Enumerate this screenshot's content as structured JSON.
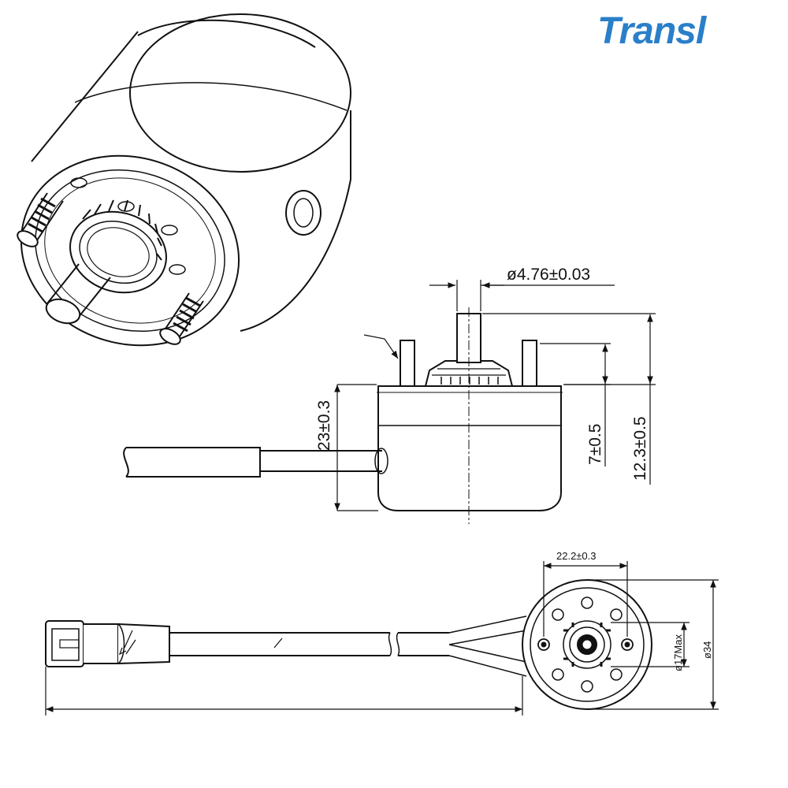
{
  "logo": {
    "text": "Transl",
    "color": "#2a7fc9"
  },
  "colors": {
    "line": "#111111",
    "background": "#ffffff"
  },
  "dimensions": {
    "shaft_diameter": "ø4.76±0.03",
    "body_height": "23±0.3",
    "pin_height": "7±0.5",
    "total_height": "12.3±0.5",
    "pin_spacing": "22.2±0.3",
    "hub_diameter": "ø17Max",
    "outer_diameter": "ø34"
  }
}
